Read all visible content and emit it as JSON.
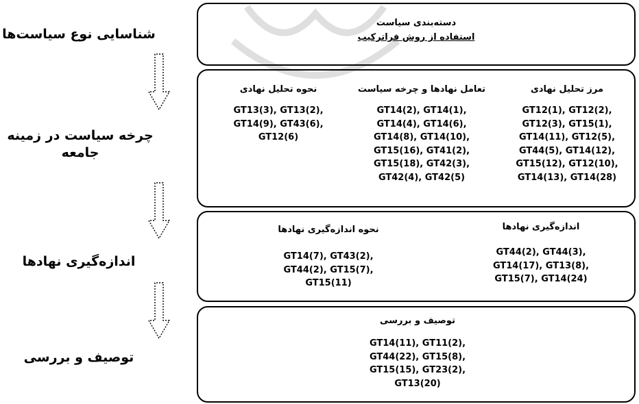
{
  "stages": [
    "شناسایی نوع سیاست‌ها",
    "چرخه سیاست در زمینه جامعه",
    "اندازه‌گیری نهادها",
    "توصیف و بررسی"
  ],
  "box1": {
    "title": "دسته‌بندی سیاست",
    "subtitle": "استفاده از روش فراترکیب"
  },
  "box2": {
    "columns": [
      {
        "heading": "مرز تحلیل نهادی",
        "codes": "GT12(1), GT12(2),\nGT12(3), GT15(1),\nGT14(11), GT12(5),\nGT44(5), GT14(12),\nGT15(12), GT12(10),\nGT14(13), GT14(28)"
      },
      {
        "heading": "تعامل نهادها و چرخه سیاست",
        "codes": "GT14(2), GT14(1),\nGT14(4), GT14(6),\nGT14(8), GT14(10),\nGT15(16), GT41(2),\nGT15(18), GT42(3),\nGT42(4), GT42(5)"
      },
      {
        "heading": "نحوه تحلیل نهادی",
        "codes": "GT13(3), GT13(2),\nGT14(9), GT43(6),\nGT12(6)"
      }
    ]
  },
  "box3": {
    "columns": [
      {
        "heading": "اندازه‌گیری نهادها",
        "codes": "GT44(2), GT44(3),\nGT14(17), GT13(8),\nGT15(7), GT14(24)"
      },
      {
        "heading": "نحوه اندازه‌گیری نهادها",
        "codes": "GT14(7), GT43(2),\nGT44(2), GT15(7),\nGT15(11)"
      }
    ]
  },
  "box4": {
    "heading": "توصیف و بررسی",
    "codes": "GT14(11), GT11(2),\nGT44(22), GT15(8),\nGT15(15), GT23(2),\nGT13(20)"
  }
}
